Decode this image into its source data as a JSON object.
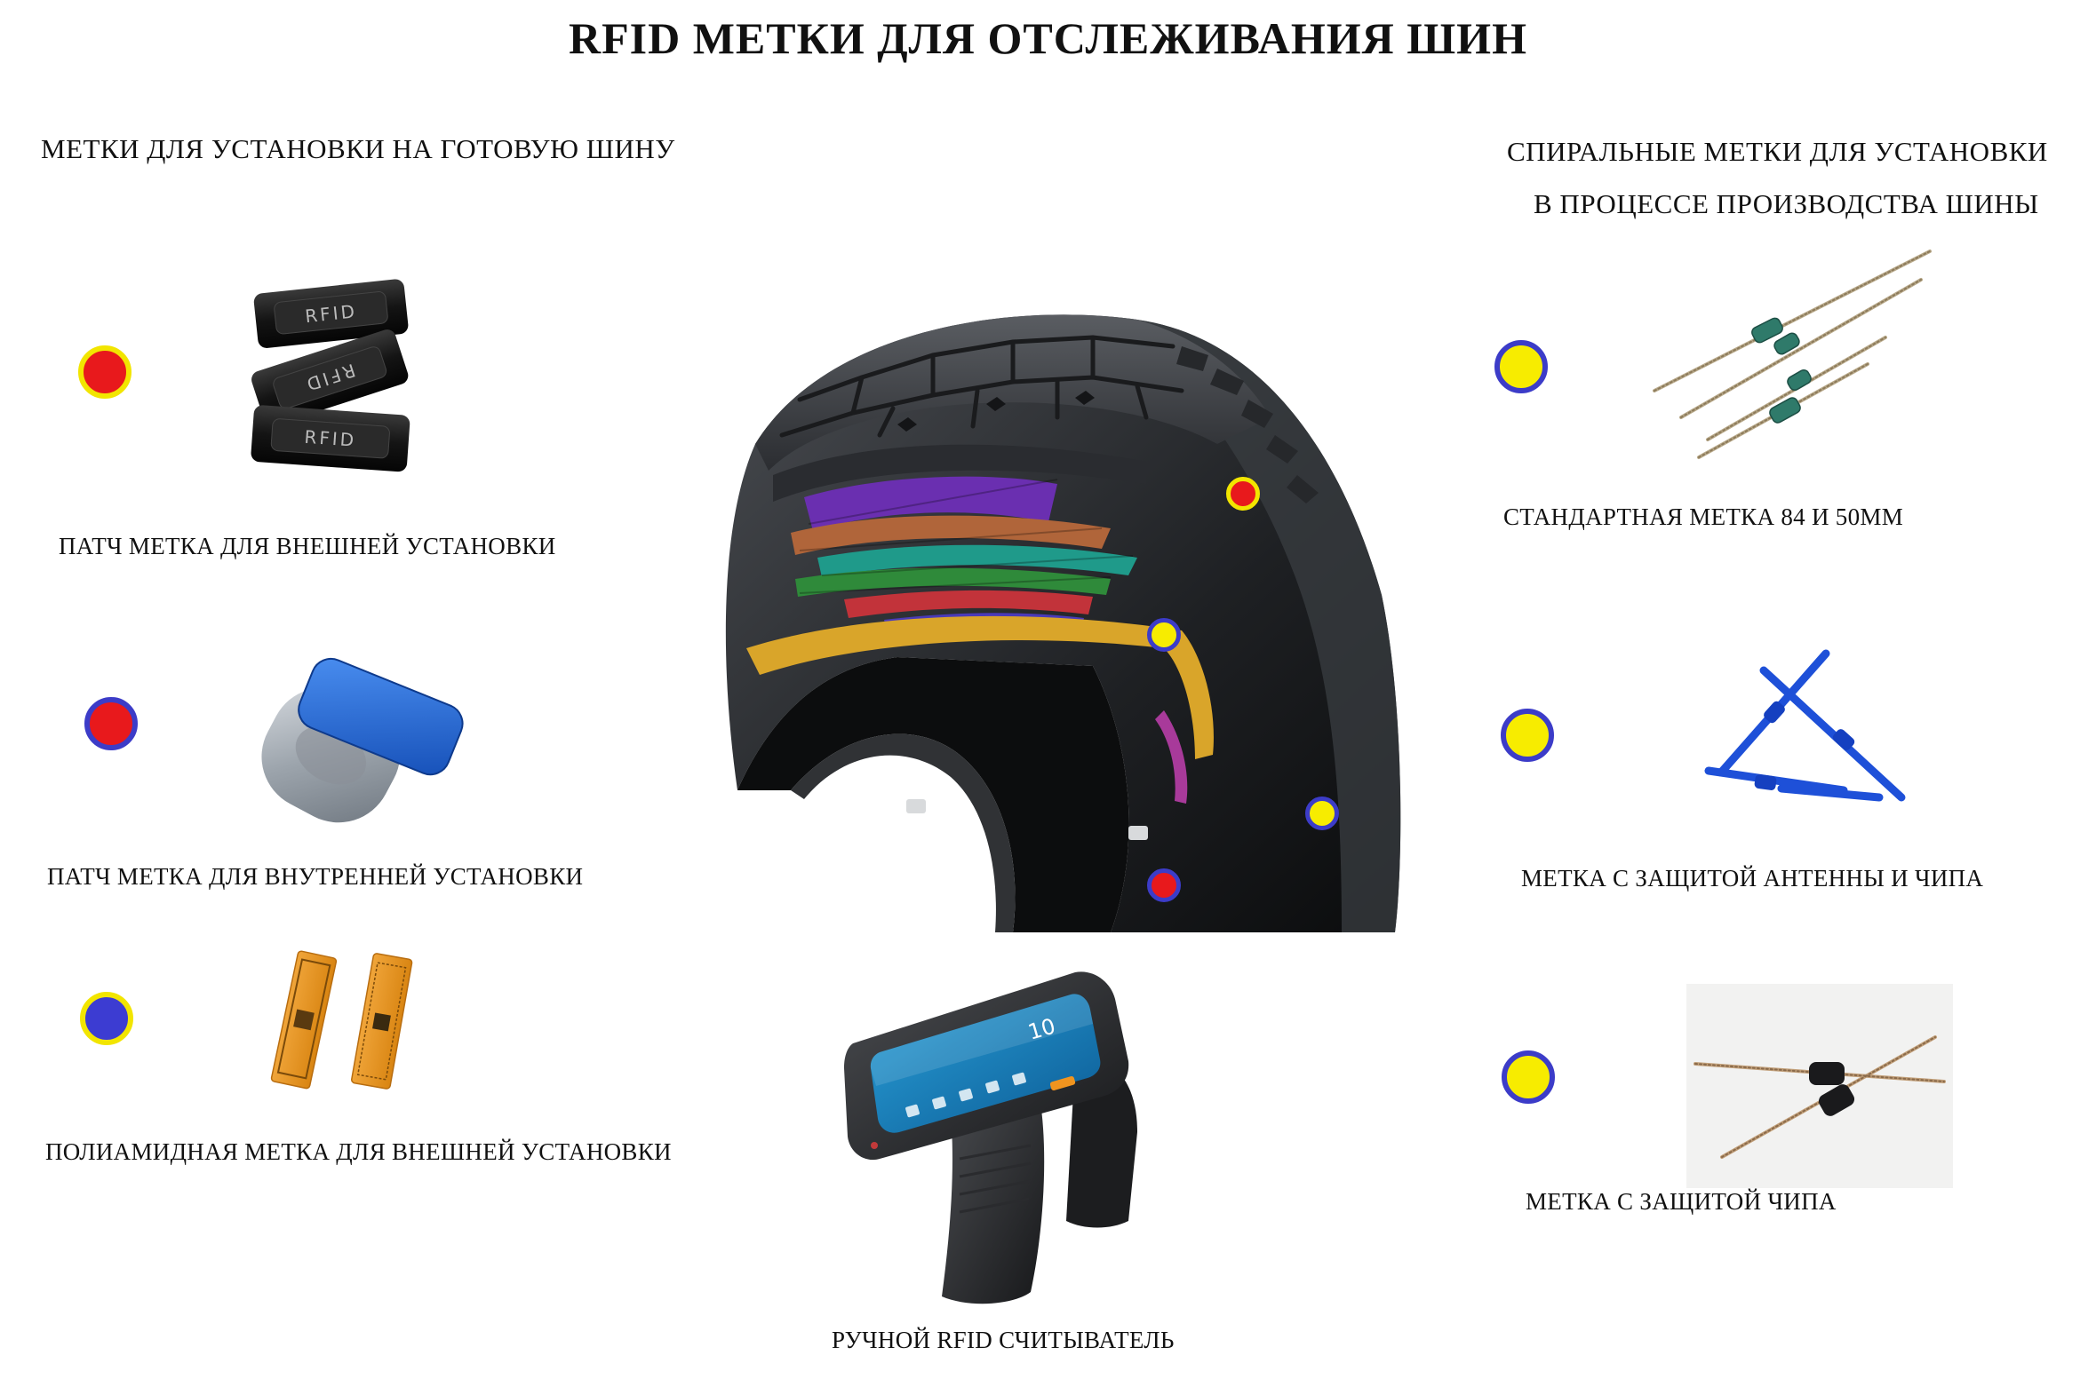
{
  "title": "RFID МЕТКИ ДЛЯ ОТСЛЕЖИВАНИЯ ШИН",
  "left_header": "МЕТКИ ДЛЯ УСТАНОВКИ НА ГОТОВУЮ ШИНУ",
  "right_header": {
    "line1": "СПИРАЛЬНЫЕ  МЕТКИ ДЛЯ УСТАНОВКИ",
    "line2": "В ПРОЦЕССЕ ПРОИЗВОДСТВА ШИНЫ"
  },
  "left_items": [
    {
      "label": "ПАТЧ МЕТКА ДЛЯ ВНЕШНЕЙ УСТАНОВКИ",
      "marker_fill": "#e8191c",
      "marker_ring": "#f2e500",
      "icon": "black-rfid-patch-tags"
    },
    {
      "label": "ПАТЧ МЕТКА ДЛЯ ВНУТРЕННЕЙ УСТАНОВКИ",
      "marker_fill": "#e8191c",
      "marker_ring": "#3c3cc8",
      "icon": "blue-rubber-patch-tag"
    },
    {
      "label": "ПОЛИАМИДНАЯ  МЕТКА ДЛЯ ВНЕШНЕЙ УСТАНОВКИ",
      "marker_fill": "#3c3cd2",
      "marker_ring": "#f2e500",
      "icon": "polyamide-tag"
    }
  ],
  "right_items": [
    {
      "label": "СТАНДАРТНАЯ МЕТКА 84 И 50ММ",
      "marker_fill": "#f7ec00",
      "marker_ring": "#3c3cc8",
      "icon": "spiral-wire-tags"
    },
    {
      "label": "МЕТКА С ЗАЩИТОЙ АНТЕННЫ И ЧИПА",
      "marker_fill": "#f7ec00",
      "marker_ring": "#3c3cc8",
      "icon": "blue-cross-tag"
    },
    {
      "label": "МЕТКА С ЗАЩИТОЙ ЧИПА",
      "marker_fill": "#f7ec00",
      "marker_ring": "#3c3cc8",
      "icon": "chip-protected-tag"
    }
  ],
  "reader_label": "РУЧНОЙ RFID СЧИТЫВАТЕЛЬ",
  "reader_screen_value": "10",
  "patch_text": "RFID",
  "tire_layer_colors": [
    "#6a2fb0",
    "#b0653a",
    "#1f9a8a",
    "#2f8a3a",
    "#c2333a",
    "#4a3ab8",
    "#d9a52a"
  ]
}
